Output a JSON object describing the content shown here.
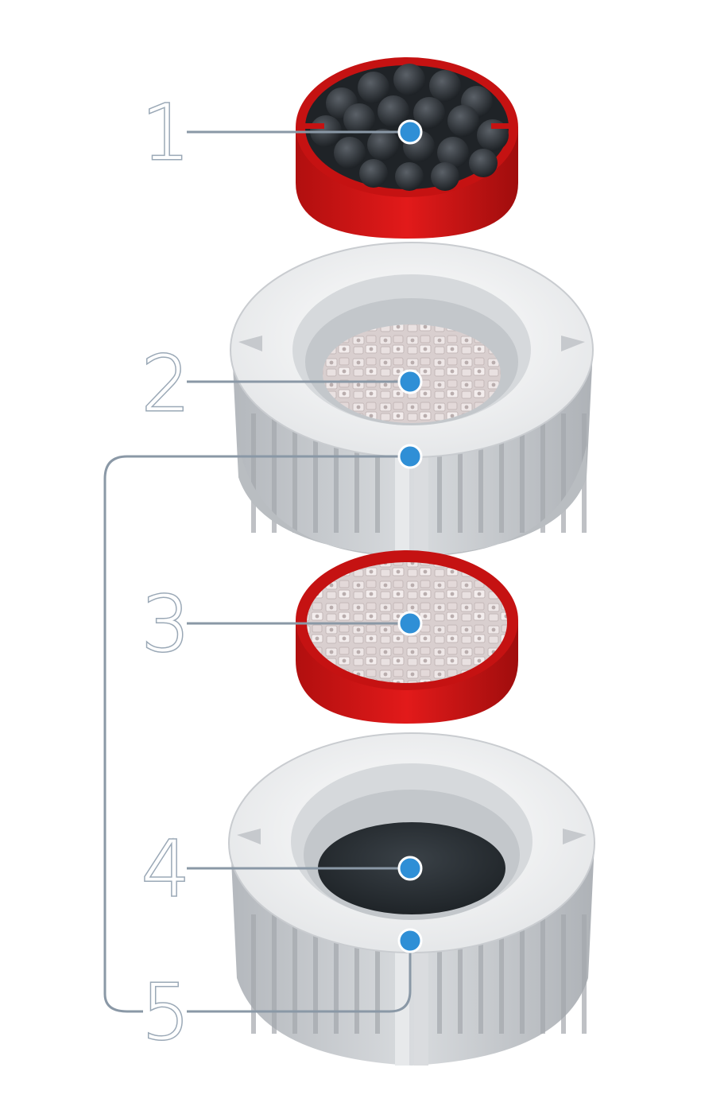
{
  "labels": [
    {
      "id": "1",
      "text": "1",
      "part": "foam-sponge-basket"
    },
    {
      "id": "2",
      "text": "2",
      "part": "ceramic-rings-tray"
    },
    {
      "id": "3",
      "text": "3",
      "part": "ceramic-rings-basket"
    },
    {
      "id": "4",
      "text": "4",
      "part": "carbon-pad-tray"
    },
    {
      "id": "5",
      "text": "5",
      "part": "tray-connector"
    }
  ],
  "colors": {
    "basket_red": "#d01414",
    "basket_red_dark": "#9a0e0e",
    "tray_white": "#f1f2f3",
    "tray_gray": "#c8cbcf",
    "tray_rib": "#a9adb2",
    "foam_black": "#2a2e33",
    "ceramic": "#e6dede",
    "carbon": "#2b3136",
    "leader_line": "#8a98a6",
    "marker_blue": "#2f8fd6"
  }
}
